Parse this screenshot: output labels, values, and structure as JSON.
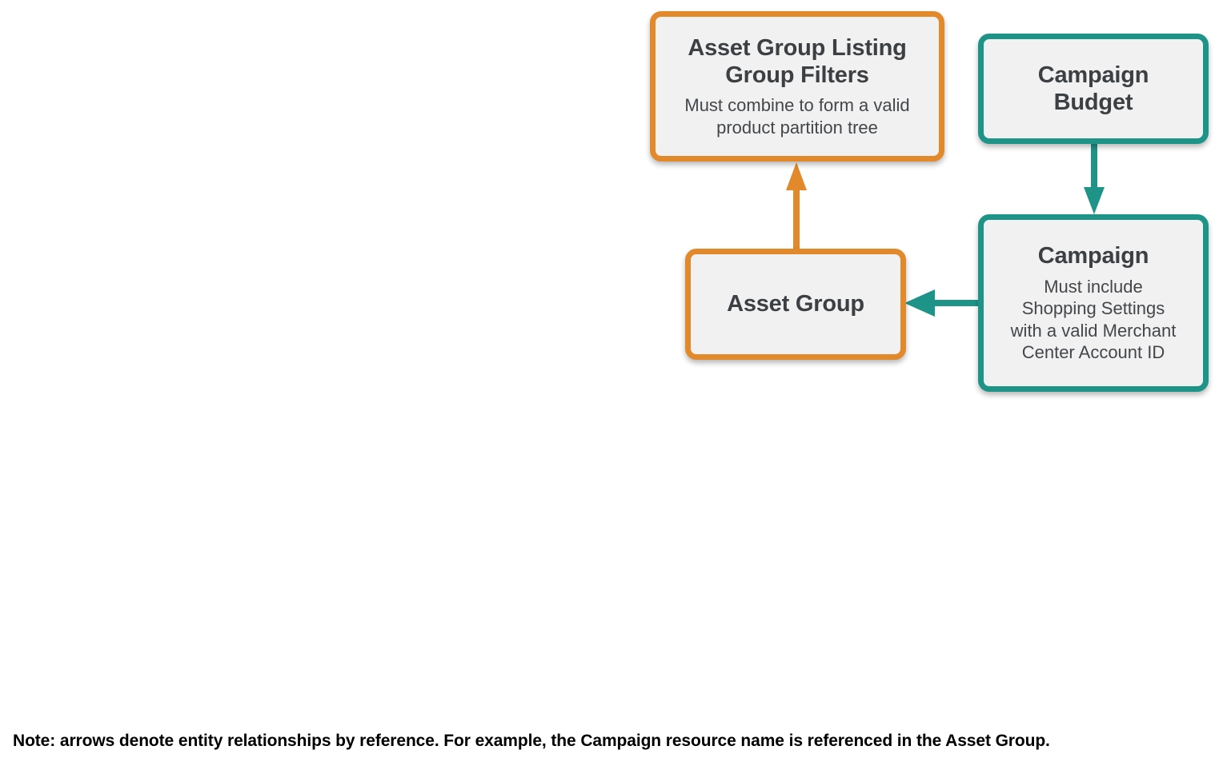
{
  "diagram": {
    "type": "entity-relationship",
    "background": "#ffffff",
    "colors": {
      "orange": "#e2892c",
      "teal": "#1e9488",
      "box_fill": "#f1f1f1",
      "title_text": "#3c4043",
      "subtitle_text": "#44474a",
      "note_text": "#000000"
    },
    "nodes": [
      {
        "id": "asset-group-listing-group-filters",
        "title": "Asset Group Listing\nGroup Filters",
        "subtitle": "Must combine to form a valid\nproduct partition tree",
        "accent": "orange"
      },
      {
        "id": "campaign-budget",
        "title": "Campaign\nBudget",
        "subtitle": "",
        "accent": "teal"
      },
      {
        "id": "campaign",
        "title": "Campaign",
        "subtitle": "Must include\nShopping Settings\nwith a valid Merchant\nCenter Account ID",
        "accent": "teal"
      },
      {
        "id": "asset-group",
        "title": "Asset Group",
        "subtitle": "",
        "accent": "orange"
      }
    ],
    "edges": [
      {
        "id": "asset-group-to-listing-group-filters",
        "from": "asset-group",
        "to": "asset-group-listing-group-filters",
        "direction": "up",
        "color": "#e2892c"
      },
      {
        "id": "campaign-budget-to-campaign",
        "from": "campaign-budget",
        "to": "campaign",
        "direction": "down",
        "color": "#1e9488"
      },
      {
        "id": "campaign-to-asset-group",
        "from": "campaign",
        "to": "asset-group",
        "direction": "left",
        "color": "#1e9488"
      }
    ],
    "note": "Note: arrows denote entity relationships by reference. For example, the Campaign resource name is referenced in the Asset Group."
  }
}
